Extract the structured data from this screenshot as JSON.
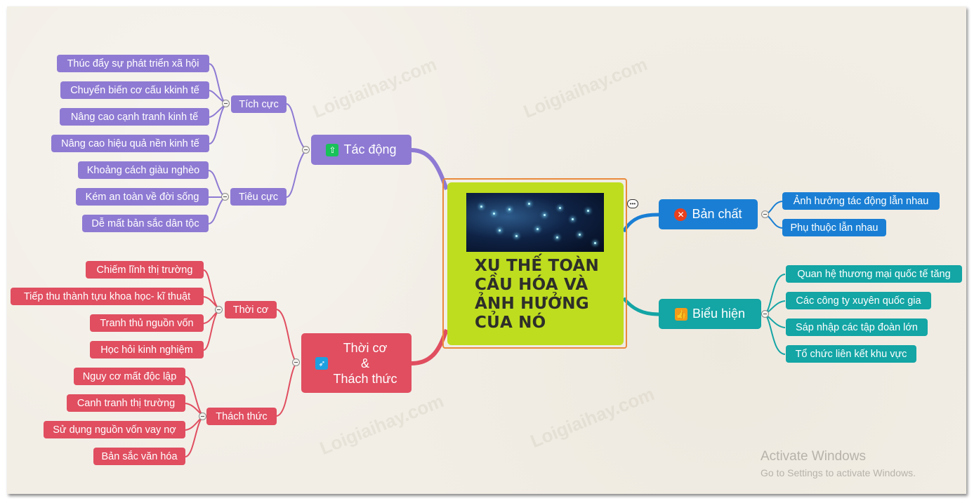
{
  "center": {
    "title": "XU THẾ TOÀN CẦU HÓA VÀ ẢNH HƯỞNG CỦA NÓ",
    "title_lines": [
      "XU THẾ TOÀN",
      "CẦU HÓA VÀ",
      "ẢNH HƯỞNG",
      "CỦA NÓ"
    ],
    "image": "world-network-map",
    "fill": "#bedd1e",
    "frame": "#e98a3c"
  },
  "branches": {
    "tac_dong": {
      "label": "Tác động",
      "icon": "arrow-up-icon",
      "color": "#8e7ad3",
      "groups": [
        {
          "label": "Tích cực",
          "items": [
            "Thúc đẩy sự phát triển xã hội",
            "Chuyển biến cơ cấu kkinh tế",
            "Nâng cao cạnh tranh kinh tế",
            "Nâng cao hiệu quả nền kinh tế"
          ]
        },
        {
          "label": "Tiêu cực",
          "items": [
            "Khoảng cách giàu nghèo",
            "Kém an toàn về đời sống",
            "Dễ mất bản sắc dân tộc"
          ]
        }
      ]
    },
    "thoi_co": {
      "label_line1": "Thời cơ",
      "label_line2": "&",
      "label_line3": "Thách thức",
      "icon": "rocket-icon",
      "color": "#e04e60",
      "groups": [
        {
          "label": "Thời cơ",
          "items": [
            "Chiếm lĩnh thị trường",
            "Tiếp thu thành tựu khoa học- kĩ thuật",
            "Tranh thủ nguồn vốn",
            "Học hỏi kinh nghiệm"
          ]
        },
        {
          "label": "Thách thức",
          "items": [
            "Nguy cơ mất độc lập",
            "Canh tranh thị trường",
            "Sử dụng nguồn vốn vay nợ",
            "Bản sắc văn hóa"
          ]
        }
      ]
    },
    "ban_chat": {
      "label": "Bản chất",
      "icon": "x-circle-icon",
      "color": "#1a7fd4",
      "items": [
        "Ảnh hưởng tác động lẫn nhau",
        "Phụ thuộc lẫn nhau"
      ]
    },
    "bieu_hien": {
      "label": "Biểu hiện",
      "icon": "thumbs-up-icon",
      "color": "#14a5a5",
      "items": [
        "Quan hệ thương mại quốc tế tăng",
        "Các công ty xuyên quốc gia",
        "Sáp nhập các tập đoàn lớn",
        "Tổ chức liên kết khu vực"
      ]
    }
  },
  "watermark": "Loigiaihay.com",
  "os_overlay": {
    "title": "Activate Windows",
    "subtitle": "Go to Settings to activate Windows."
  }
}
